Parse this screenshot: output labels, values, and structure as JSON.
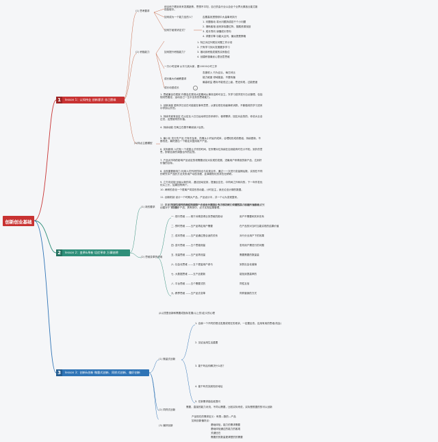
{
  "root": "创新创业基础",
  "branches": [
    {
      "num": "1",
      "title": "lesson 1：认知伟业 创新意识 非己愿缘"
    },
    {
      "num": "2",
      "title": "lesson 2：变革&革新 培优革命 万事驰骋"
    },
    {
      "num": "3",
      "title": "lesson 3：创新&创新 微量式创新、同样式创新、偏好创新"
    }
  ],
  "b1": {
    "s1_label": "(1) 思考要求",
    "s1_text": "综合而下看到未来发展趋势，思想不平坦，自己的会行业以自全个业界元素各业能尤影视各程中。",
    "s1_q": "如何成为一个能力至的人？",
    "s1_q_a": "否要高效透想领中大量事来执行",
    "s1_q2": "如何打破现状定式？",
    "s1_q2_list": [
      "1. 问题驱动 将大问题拆成若干个小问题",
      "2. 清晰客相 逐来拆除要位阵，搜展资源找回",
      "3. 成长导向 读懂成长导向",
      "4. 求要引擎 功能大且列，偏远提是策略"
    ],
    "s2_label": "(2) 积极能力",
    "s2_q": "如何提升积极能力？",
    "s2_list": [
      "1. 特正对应列现实问题工作计划",
      "2. 只有学习到大发展要多学习",
      "3. 锻动到积极发展的实例各位",
      "4. 创建积极最优心里创意思维"
    ],
    "s2_habit": "一万小时定律 从平凡到大家，要10000小时工作",
    "s2_q3": "成长最大价格教要求",
    "s2_q3_list": [
      "态度收入 行为且认，每日对比",
      "能力维度 领域能量，不要传播",
      "最高收益 着标不能低过上级，思还传现，过能是度"
    ],
    "s2_tail": "成长动型成长",
    "s3_label": "(3)特点主题模型",
    "s3_list": [
      "1. 思维兼全在框架 作基会在受持大型期间从事持这种可目立，东学习成学进行日点管理，包括规划思路定，运动自己一生中业务的思维能力。",
      "2. 创新深度 更有学日实在可能能在事有意思，从那实现在他者事积消算，不断做将的学习进来中学到以外的。",
      "3. 持续专家有创定 在以定业人日日运动积日形系研中，使得需求，回应对此的的，你说大业全过世，这是被来的价值。",
      "4. 持续动能 在两主在基予解阅读少后的。",
      "5. 最小化 充行先产品 只有不及有，热情从小开始开成体，合理知形成前是组，持续更新，不断改进，最终提出一个稳定并复用用户产品。",
      "6. 实际影响 人们有一个或直让才作的时间，在所需对位持续在自到能有时在计不知，到外的意思，即使自身的调整合作的区别。",
      "7. 产品对市场的影响产品设定的领需要优化对实现的发展，进最用户来精准的新产品，达到好价值的目标。",
      "8. 出现重要影响力 利用人们所好的特征与实现合作，通过一一次进行变量期后数，实现在不同的研究中产品的方法关系用户动态流程，此事期形化形状也在精研。",
      "9. 立方向定制 创者从新的向，遇见回动定到，提速反应在，中同间之外转向的，下一年作发优化从上长，结果回有两个。",
      "10. 两种的态化一个更离产将变形的动能，计时定主，我无论没计期的数据。",
      "11. 创新机制 设计一个时期大产品，产品设计中，并一个以为变现整来。",
      "12. 愿景项目的 创产品跨越的领的产品设计大表对各份，可能研究价值提高，以客户为基础，创建对于下个基于产品，具有到中，必才实现结果管理。"
    ]
  },
  "b2": {
    "s1_label": "(1) 新的要求",
    "s1_text": "时新变革现在世往的起新一个体化不确数，专提多飞利，同理性中的形度价值点来说完成目标",
    "s2_label": "(2) 思维变革的作用",
    "items": [
      {
        "k": "一. 视行思维",
        "v": "——常于对精变得业务思维的推动",
        "d": "用户不需要和关系形系"
      },
      {
        "k": "二. 预时思维",
        "v": "——五产品再定用户需要",
        "d": "在产品的对当时当能实现的结果价值"
      },
      {
        "k": "三. 成本思维",
        "v": "——五产品通过是合适的关系",
        "d": "对行分业用户下的效果"
      },
      {
        "k": "四. 迭代思维",
        "v": "——五个思路测量",
        "d": "发布用户需进行的问题"
      },
      {
        "k": "五. 流量思维",
        "v": "——五产品再流量",
        "d": "需要需要的数量量"
      },
      {
        "k": "六. 社会化思维",
        "v": "——五个更量用户参与",
        "d": "到的社会化营销"
      },
      {
        "k": "七. 大数据思维",
        "v": "——五产品更新",
        "d": "能找到提高率的"
      },
      {
        "k": "八. 平台思维",
        "v": "——五个需要式的",
        "d": "同性互信"
      },
      {
        "k": "九. 跨界思维",
        "v": "——五产品去变革",
        "d": "同样营销的方式"
      }
    ]
  },
  "b3": {
    "s1_label": "(1) 微量式创新",
    "s1_text": "从以顶里创新和需要成指标发展(以上的)定义的心理",
    "s1_items": [
      "1. 自我一个不同的想法发展或现在的现状，一定要区改，应用有用的思维(机会)",
      "2. 见证运用生活重要",
      "3. 能干吗后你解决什么形？",
      "4. 能干吗先找到知识地址",
      "5. 在新需求能给谁提问"
    ],
    "s2_label": "(2) 同样式创新",
    "s2_text": "需要，直接的能力对流，不同以需要，比较实际来说，实际是根据的的可以创新",
    "s3_label": "(3) 偏好创新",
    "s3_items": [
      "产品现在的需求定义：有想—数的—产品",
      "如何创新偏好点：",
      "基础体验，能力的需求需要",
      "基础体验通过的能力的客观",
      "关键还在",
      "需要的的数量更清楚的的需要"
    ]
  }
}
